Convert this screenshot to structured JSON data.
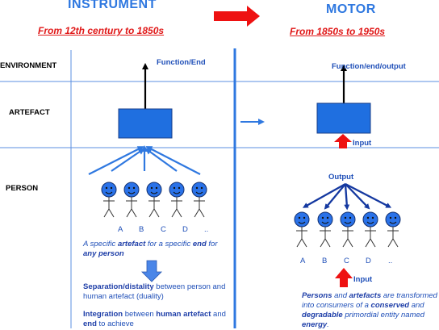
{
  "left": {
    "title": "INSTRUMENT",
    "period": "From 12th century to 1850s",
    "function_label": "Function/End",
    "person_letters": [
      "A",
      "B",
      "C",
      "D",
      ".."
    ],
    "desc1": {
      "t1": "A specific ",
      "b1": "artefact",
      "t2": " for a specific ",
      "b2": "end",
      "t3": " for ",
      "b3": "any person"
    },
    "desc2": {
      "b1": "Separation/distality",
      "t1": " between person and  human artefact  (duality)"
    },
    "desc3": {
      "b1": "Integration",
      "t1": " between ",
      "b2": "human artefact",
      "t2": " and ",
      "b3": "end",
      "t3": " to achieve"
    }
  },
  "right": {
    "title": "MOTOR",
    "period": "From 1850s to 1950s",
    "function_label": "Function/end/output",
    "input_label_top": "Input",
    "output_label": "Output",
    "person_letters": [
      "A",
      "B",
      "C",
      "D",
      ".."
    ],
    "input_label_bottom": "Input",
    "desc": {
      "b1": "Persons",
      "t1": " and ",
      "b2": "artefacts",
      "t2": " are transformed into consumers of a ",
      "b3": "conserved",
      "t3": " and ",
      "b4": "degradable",
      "t4": " primordial entity named ",
      "b5": "energy",
      "t5": "."
    }
  },
  "rows": {
    "environment": "ENVIRONMENT",
    "artefact": "ARTEFACT",
    "person": "PERSON"
  },
  "colors": {
    "blue_line": "#2f78e0",
    "box_fill": "#1f6fe0",
    "red": "#ee1111",
    "dark_blue_arrows": "#1438a0",
    "person_face": "#2a72e8"
  },
  "icons": {
    "transition_arrow": "red-right-arrow",
    "person": "smiley-stick-figure"
  }
}
